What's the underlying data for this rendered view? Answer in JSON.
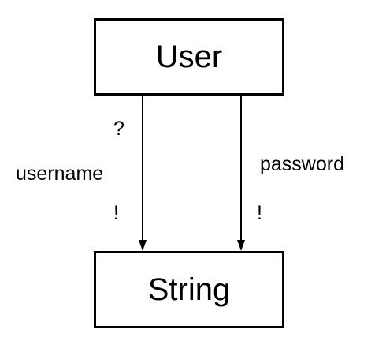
{
  "diagram": {
    "nodes": {
      "user": {
        "label": "User"
      },
      "string": {
        "label": "String"
      }
    },
    "edges": {
      "username": {
        "from": "User",
        "to": "String",
        "label": "username",
        "source_multiplicity": "?",
        "target_multiplicity": "!"
      },
      "password": {
        "from": "User",
        "to": "String",
        "label": "password",
        "target_multiplicity": "!"
      }
    },
    "colors": {
      "stroke": "#000000",
      "background": "#ffffff"
    }
  }
}
